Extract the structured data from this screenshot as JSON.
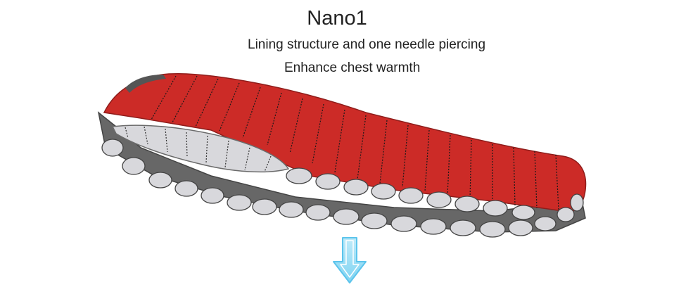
{
  "header": {
    "title": "Nano1",
    "line1": "Lining structure and one needle piercing",
    "line2": "Enhance chest warmth"
  },
  "illustration": {
    "subject": "sleeping-bag",
    "shell_color": "#cc2b27",
    "lining_color": "#d8d8dc",
    "side_color": "#6a6a6a"
  },
  "arrow": {
    "icon": "down-arrow-icon",
    "color": "#7fd4f2"
  }
}
